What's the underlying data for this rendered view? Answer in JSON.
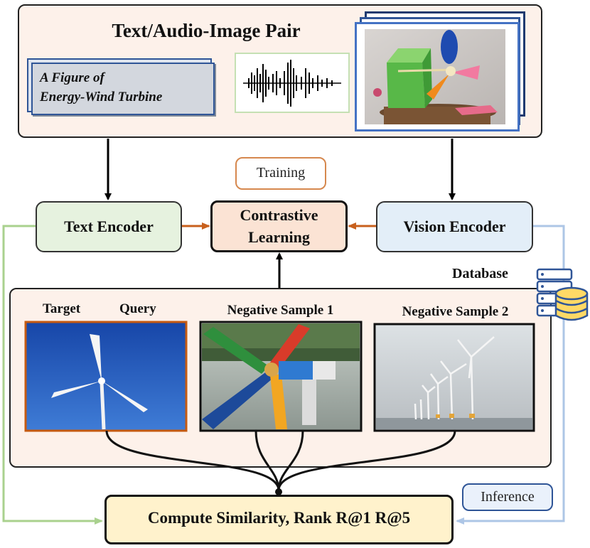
{
  "top_panel": {
    "title": "Text/Audio-Image Pair",
    "caption_line1": "A Figure of",
    "caption_line2": "Energy-Wind Turbine"
  },
  "training_tag": "Training",
  "text_encoder": "Text Encoder",
  "contrastive_line1": "Contrastive",
  "contrastive_line2": "Learning",
  "vision_encoder": "Vision Encoder",
  "database_label": "Database",
  "samples": {
    "target": "Target",
    "query": "Query",
    "negative1": "Negative Sample 1",
    "negative2": "Negative Sample 2"
  },
  "inference_tag": "Inference",
  "compute_box": "Compute Similarity, Rank R@1 R@5",
  "colors": {
    "panel_fill": "#fdf1ea",
    "text_encoder_fill": "#e6f2df",
    "vision_encoder_fill": "#e3eef8",
    "contrastive_fill": "#fbe3d4",
    "compute_fill": "#fff2cc",
    "orange_arrow": "#c8601d",
    "green_line": "#a9d18e",
    "blue_line": "#adc6e6",
    "image_border_blue": "#2f5597",
    "image_border_orange": "#c55a11"
  }
}
